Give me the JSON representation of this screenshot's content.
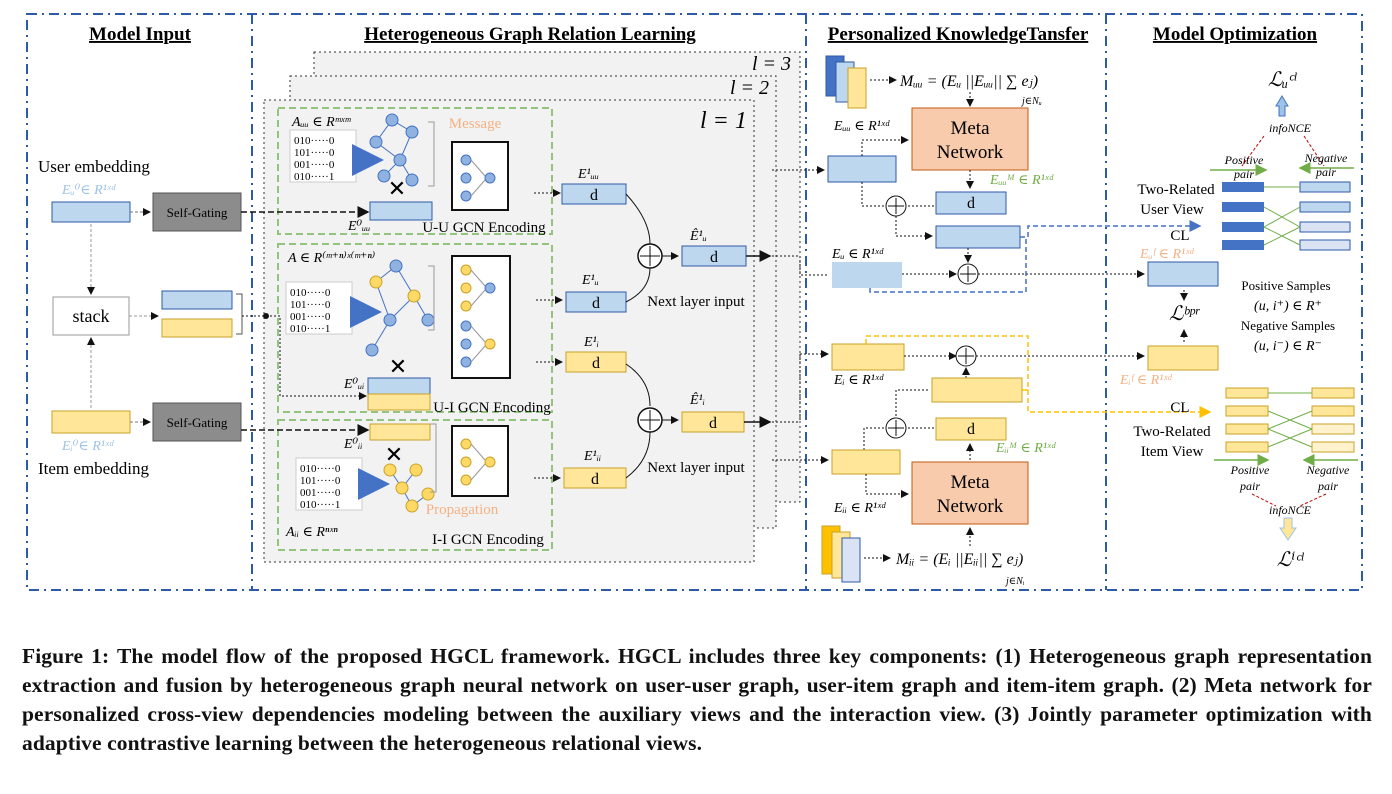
{
  "sections": {
    "model_input": "Model Input",
    "hgrl": "Heterogeneous Graph Relation Learning",
    "pkt": "Personalized KnowledgeTansfer",
    "opt": "Model  Optimization"
  },
  "layers": {
    "l3": "l = 3",
    "l2": "l = 2",
    "l1": "l = 1"
  },
  "input": {
    "user_embedding": "User embedding",
    "item_embedding": "Item embedding",
    "eu0": "Eᵤ⁰∈ R¹ˣᵈ",
    "ei0": "Eᵢ⁰∈ R¹ˣᵈ",
    "self_gating": "Self-Gating",
    "stack": "stack"
  },
  "uu": {
    "adj": "Aᵤᵤ ∈ Rᵐˣᵐ",
    "message": "Message",
    "emb": "E⁰ᵤᵤ",
    "encoding": "U-U GCN Encoding",
    "out": "E¹ᵤᵤ",
    "d": "d"
  },
  "ui": {
    "adj": "A ∈ R⁽ᵐ⁺ⁿ⁾ˣ⁽ᵐ⁺ⁿ⁾",
    "emb": "E⁰ᵤᵢ",
    "encoding": "U-I GCN Encoding",
    "out_u": "E¹ᵤ",
    "out_i": "E¹ᵢ",
    "d": "d"
  },
  "ii": {
    "adj": "Aᵢᵢ ∈ Rⁿˣⁿ",
    "propagation": "Propagation",
    "emb": "E⁰ᵢᵢ",
    "encoding": "I-I GCN Encoding",
    "out": "E¹ᵢᵢ",
    "d": "d"
  },
  "fusion": {
    "eu_hat": "Ê¹ᵤ",
    "ei_hat": "Ê¹ᵢ",
    "next_input": "Next layer input",
    "d": "d"
  },
  "pkt": {
    "muu": "Mᵤᵤ = (Eᵤ ||Eᵤᵤ|| ∑ eⱼ)",
    "muu_sub": "j∈Nᵤ",
    "euu": "Eᵤᵤ ∈ R¹ˣᵈ",
    "meta": "Meta",
    "network": "Network",
    "euu_m": "Eᵤᵤᴹ ∈ R¹ˣᵈ",
    "eu": "Eᵤ ∈ R¹ˣᵈ",
    "ei": "Eᵢ ∈ R¹ˣᵈ",
    "eii_m": "Eᵢᵢᴹ ∈ R¹ˣᵈ",
    "eii": "Eᵢᵢ ∈ R¹ˣᵈ",
    "mii": "Mᵢᵢ = (Eᵢ ||Eᵢᵢ|| ∑ eⱼ)",
    "mii_sub": "j∈Nᵢ",
    "d": "d"
  },
  "opt": {
    "lcl_u": "ℒᵤᶜˡ",
    "lcl_i": "ℒⁱᶜˡ",
    "infonce": "infoNCE",
    "positive_pair_1": "Positive",
    "positive_pair_2": "pair",
    "negative_pair_1": "Negative",
    "negative_pair_2": "pair",
    "two_related_user_1": "Two-Related",
    "two_related_user_2": "User View",
    "two_related_item_1": "Two-Related",
    "two_related_item_2": "Item  View",
    "cl": "CL",
    "euf": "Eᵤᶠ ∈ R¹ˣᵈ",
    "eif": "Eᵢᶠ ∈ R¹ˣᵈ",
    "lbpr": "ℒᵇᵖʳ",
    "pos_samples": "Positive Samples",
    "pos_set": "(u, i⁺) ∈ R⁺",
    "neg_samples": "Negative Samples",
    "neg_set": "(u, i⁻) ∈ R⁻"
  },
  "caption": "Figure 1: The model flow of the proposed HGCL framework. HGCL includes three key components: (1) Heterogeneous graph representation extraction and fusion by heterogeneous graph neural network on user-user graph, user-item graph and item-item graph. (2) Meta network for personalized cross-view dependencies modeling between the auxiliary views and the interaction view. (3) Jointly parameter optimization with adaptive contrastive learning between the heterogeneous relational views.",
  "colors": {
    "blue_fill": "#bdd7ee",
    "yellow_fill": "#ffe699",
    "meta_fill": "#f8cbad",
    "frame_blue": "#2e5aa8",
    "green_dash": "#92c47d",
    "orange_text": "#f4b183",
    "light_blue_text": "#9dc3e6",
    "green_text": "#70ad47"
  }
}
